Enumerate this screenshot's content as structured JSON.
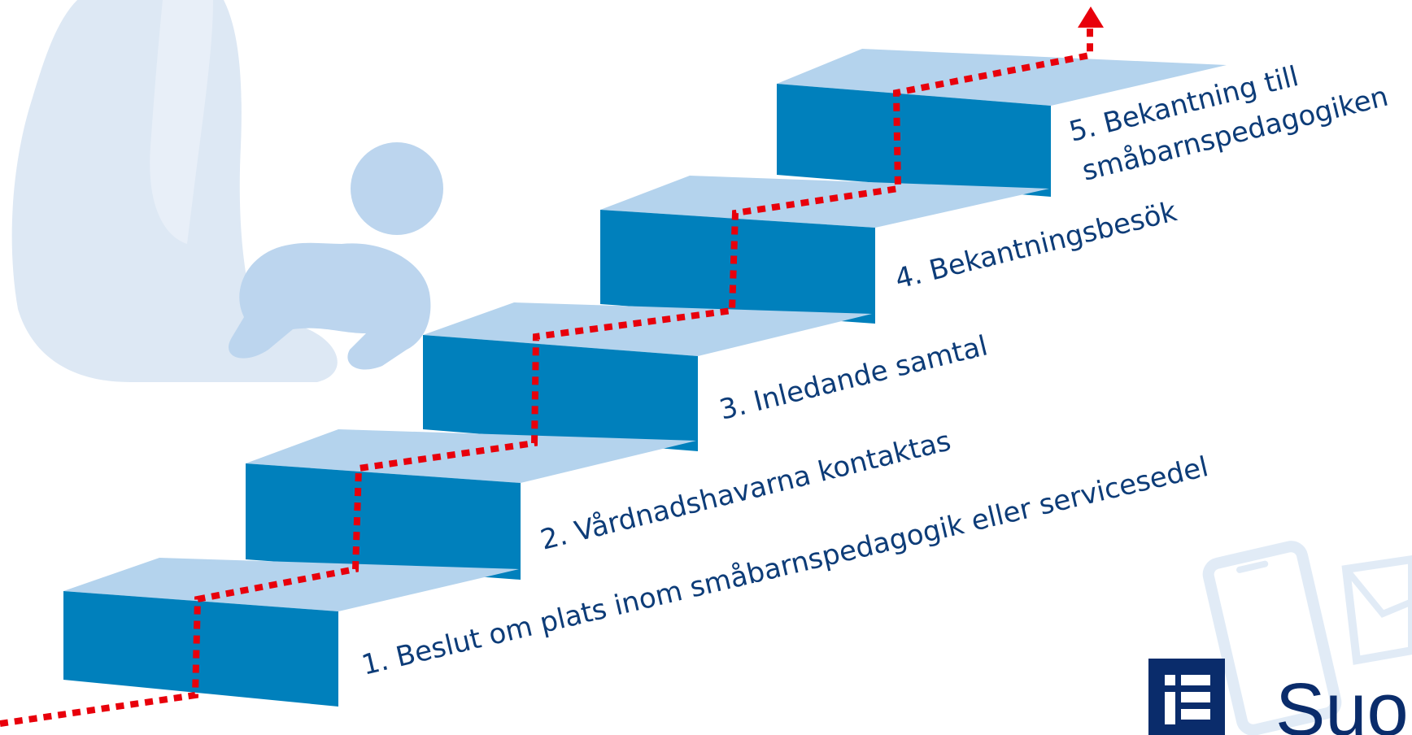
{
  "steps": [
    {
      "number": "1.",
      "label": "1. Beslut om plats inom småbarnspedagogik eller servicesedel"
    },
    {
      "number": "2.",
      "label": "2. Vårdnadshavarna kontaktas"
    },
    {
      "number": "3.",
      "label": "3. Inledande samtal"
    },
    {
      "number": "4.",
      "label": "4. Bekantningsbesök"
    },
    {
      "number": "5.",
      "label_line1": "5. Bekantning till",
      "label_line2": "småbarnspedagogiken"
    }
  ],
  "logo": {
    "text": "Suon",
    "icon": "suomi-fi-logo-icon"
  },
  "decorations": {
    "adult_silhouette": "adult-silhouette-icon",
    "baby_silhouette": "crawling-baby-icon",
    "phone_icon": "phone-icon",
    "envelope_icon": "envelope-icon"
  },
  "colors": {
    "step_front": "#0080bc",
    "step_top": "#b4d3ed",
    "path": "#e8000b",
    "label_text": "#0d3c78",
    "silhouette_light": "#d9e6f4",
    "silhouette_baby": "#bcd5ee",
    "logo_blue": "#0a2c6b"
  }
}
